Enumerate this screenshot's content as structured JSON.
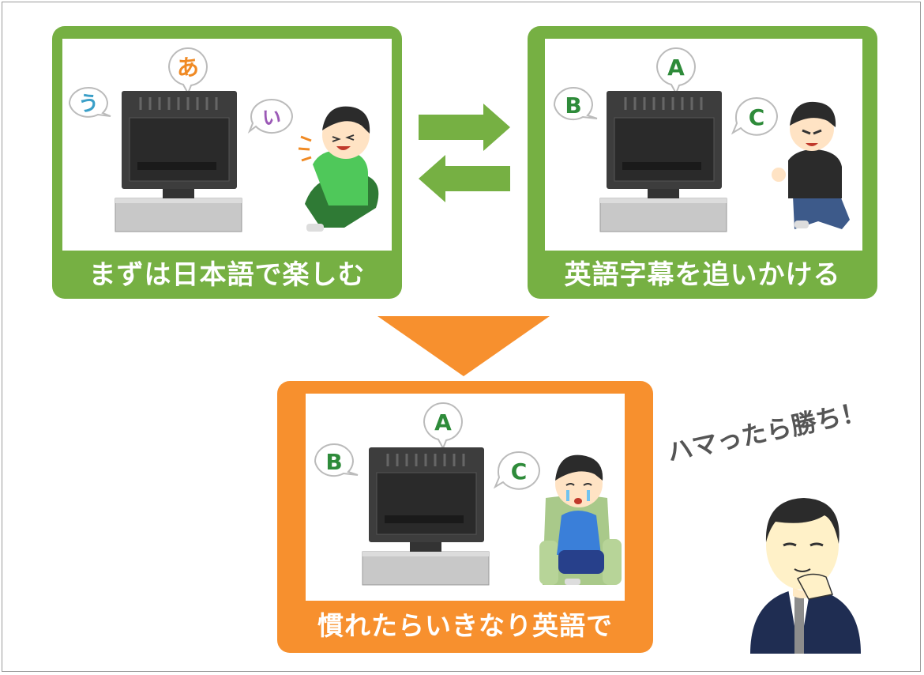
{
  "panels": {
    "panel1": {
      "caption": "まずは日本語で楽しむ",
      "bubbles": [
        "あ",
        "う",
        "い"
      ],
      "color": "#76b043"
    },
    "panel2": {
      "caption": "英語字幕を追いかける",
      "bubbles": [
        "A",
        "B",
        "C"
      ],
      "color": "#76b043"
    },
    "panel3": {
      "caption": "慣れたらいきなり英語で",
      "bubbles": [
        "A",
        "B",
        "C"
      ],
      "color": "#f7902e"
    }
  },
  "callout": {
    "text": "ハマったら勝ち！"
  },
  "colors": {
    "green": "#76b043",
    "orange": "#f7902e",
    "bubble_orange": "#f08a24",
    "bubble_blue": "#3a9fc8",
    "bubble_purple": "#9b59b6",
    "bubble_green": "#2e8b3a"
  }
}
